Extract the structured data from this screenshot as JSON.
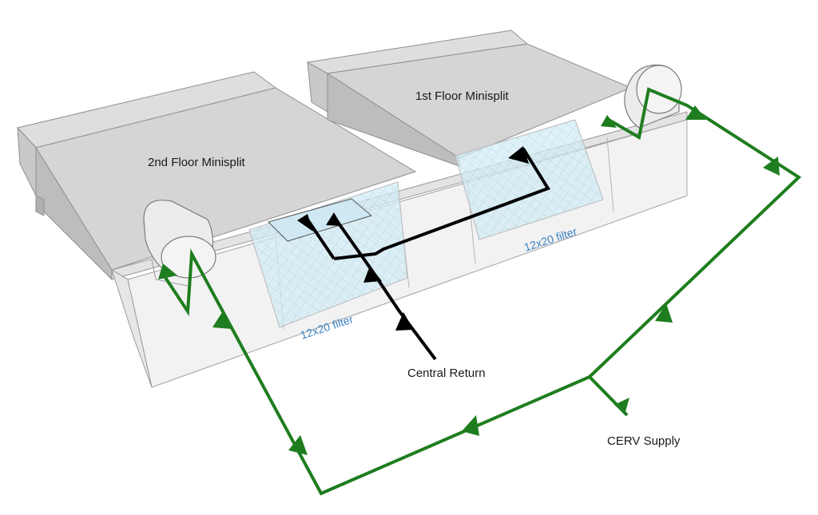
{
  "labels": {
    "unit_2nd": "2nd Floor Minisplit",
    "unit_1st": "1st Floor Minisplit",
    "filter_left": "12x20 filter",
    "filter_right": "12x20 filter",
    "central_return": "Central Return",
    "cerv_supply": "CERV Supply"
  },
  "colors": {
    "supply_line": "#1e7d1e",
    "return_line": "#000000",
    "filter_fill": "#cfe8f3",
    "filter_text": "#3b82c4",
    "unit_top": "#d9d9d9",
    "unit_side": "#c4c4c4",
    "duct_fill": "#eeeeee"
  }
}
